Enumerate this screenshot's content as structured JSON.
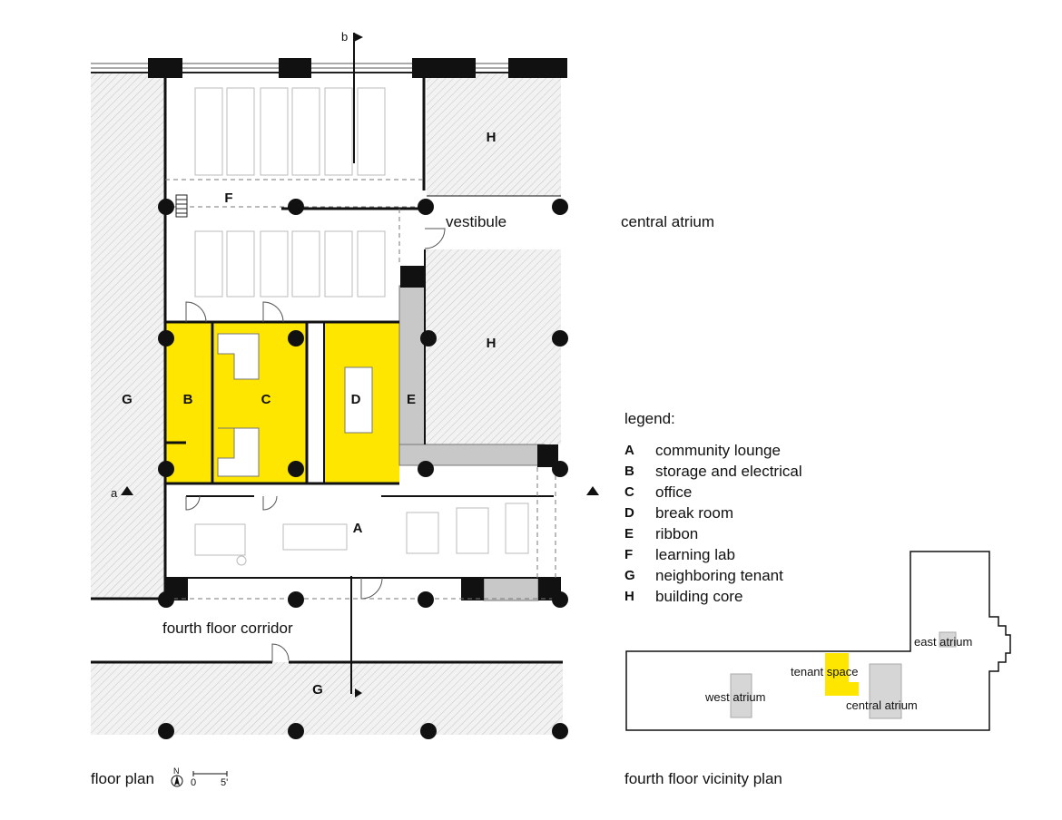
{
  "title": "floor plan",
  "north": "N",
  "scale": {
    "start": "0",
    "end": "5'"
  },
  "section_markers": {
    "a": "a",
    "b": "b"
  },
  "rooms": {
    "A": "A",
    "B": "B",
    "C": "C",
    "D": "D",
    "E": "E",
    "F": "F",
    "G_left": "G",
    "G_bottom": "G",
    "H_top": "H",
    "H_mid": "H"
  },
  "places": {
    "vestibule": "vestibule",
    "central_atrium": "central atrium",
    "corridor": "fourth floor corridor"
  },
  "legend": {
    "title": "legend:",
    "items": [
      {
        "key": "A",
        "label": "community lounge"
      },
      {
        "key": "B",
        "label": "storage and electrical"
      },
      {
        "key": "C",
        "label": "office"
      },
      {
        "key": "D",
        "label": "break room"
      },
      {
        "key": "E",
        "label": "ribbon"
      },
      {
        "key": "F",
        "label": "learning lab"
      },
      {
        "key": "G",
        "label": "neighboring tenant"
      },
      {
        "key": "H",
        "label": "building core"
      }
    ]
  },
  "vicinity": {
    "title": "fourth floor vicinity plan",
    "east_atrium": "east atrium",
    "tenant_space": "tenant space",
    "west_atrium": "west atrium",
    "central_atrium": "central atrium"
  },
  "colors": {
    "highlight": "#ffe600",
    "core_gray": "#c8c8c8",
    "hatch": "#bdbdbd"
  }
}
